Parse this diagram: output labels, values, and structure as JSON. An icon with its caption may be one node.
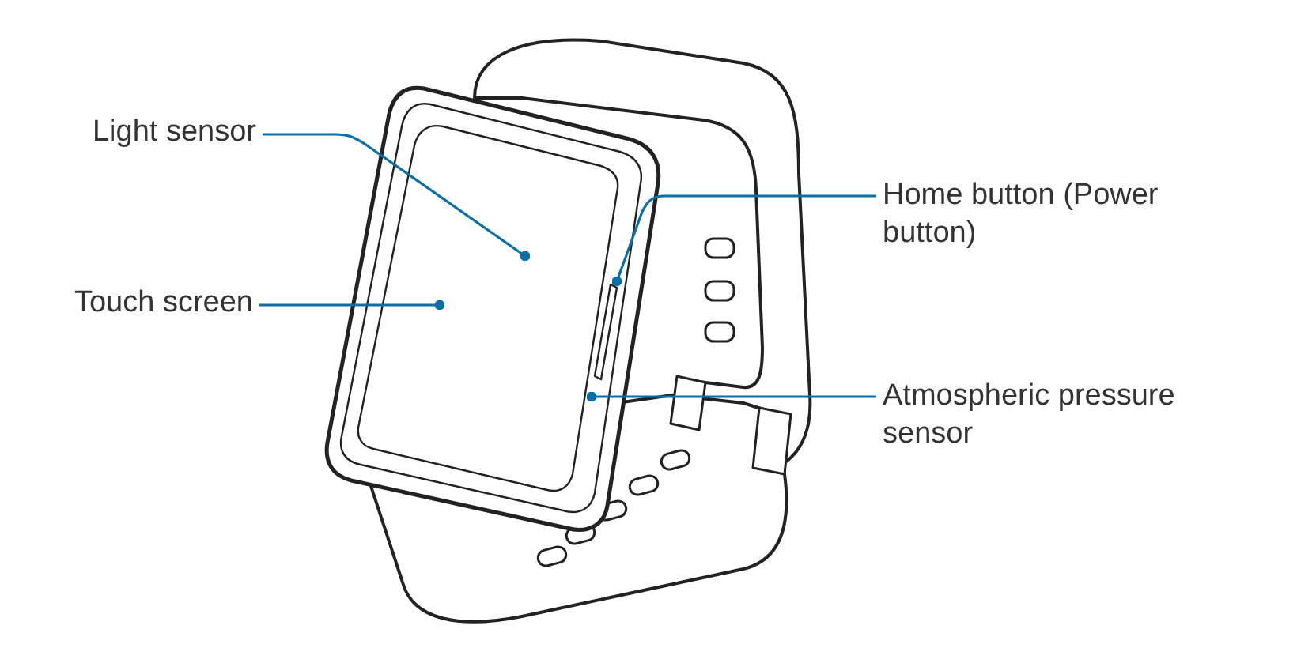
{
  "diagram": {
    "nodes": [
      {
        "text": [
          "Light sensor"
        ]
      },
      {
        "text": [
          "Touch screen"
        ]
      },
      {
        "text": [
          "Home button (Power button)"
        ]
      },
      {
        "text": [
          "Atmospheric pressure sensor"
        ]
      }
    ],
    "edges": [
      {
        "from": 0,
        "to": null,
        "arrow": "other"
      },
      {
        "from": 1,
        "to": null,
        "arrow": "other"
      },
      {
        "from": 2,
        "to": null,
        "arrow": "other"
      },
      {
        "from": 3,
        "to": null,
        "arrow": "other"
      }
    ]
  }
}
